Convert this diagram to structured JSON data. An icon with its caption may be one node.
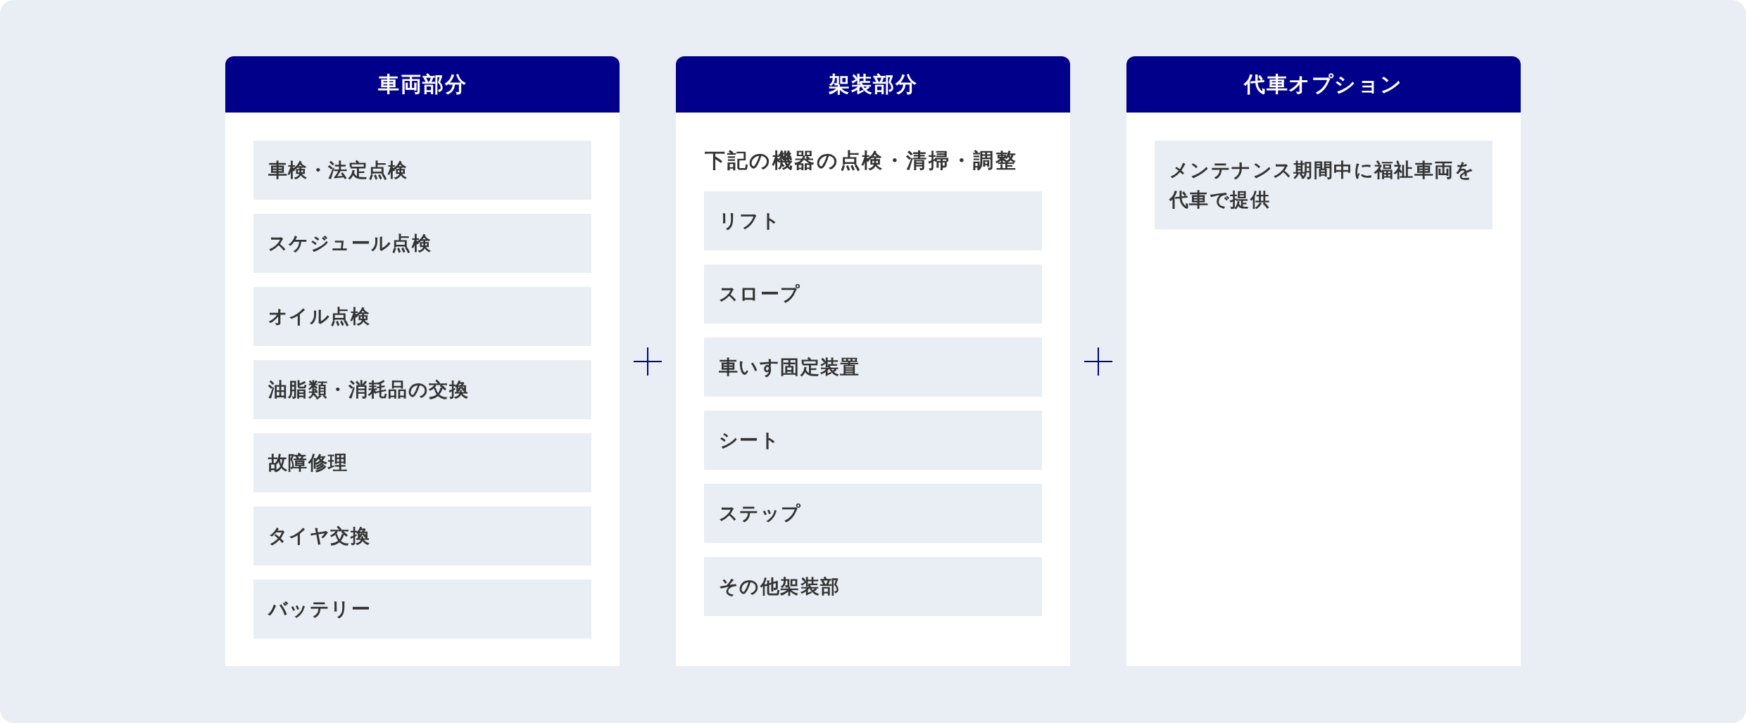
{
  "diagram": {
    "nodes": [
      {
        "text": [
          "車両部分"
        ]
      },
      {
        "text": [
          "車検・法定点検"
        ],
        "in": 0
      },
      {
        "text": [
          "スケジュール点検"
        ],
        "in": 0
      },
      {
        "text": [
          "オイル点検"
        ],
        "in": 0
      },
      {
        "text": [
          "油脂類・消耗品の交換"
        ],
        "in": 0
      },
      {
        "text": [
          "故障修理"
        ],
        "in": 0
      },
      {
        "text": [
          "タイヤ交換"
        ],
        "in": 0
      },
      {
        "text": [
          "バッテリー"
        ],
        "in": 0
      },
      {
        "text": [
          "架装部分",
          "下記の機器の点検・清掃・調整"
        ]
      },
      {
        "text": [
          "リフト"
        ],
        "in": 8
      },
      {
        "text": [
          "スロープ"
        ],
        "in": 8
      },
      {
        "text": [
          "車いす固定装置"
        ],
        "in": 8
      },
      {
        "text": [
          "シート"
        ],
        "in": 8
      },
      {
        "text": [
          "ステップ"
        ],
        "in": 8
      },
      {
        "text": [
          "その他架装部"
        ],
        "in": 8
      },
      {
        "text": [
          "代車オプション"
        ]
      },
      {
        "text": [
          "メンテナンス期間中に福祉車両を代車で提供"
        ],
        "in": 15
      }
    ]
  }
}
